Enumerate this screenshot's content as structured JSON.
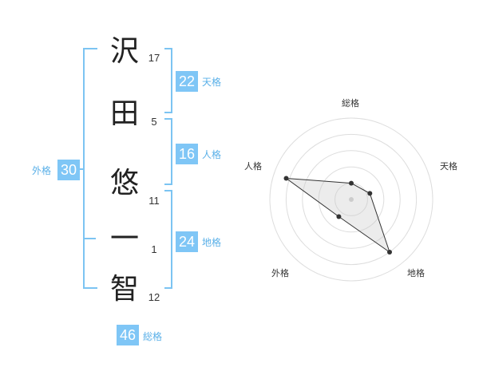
{
  "name": {
    "characters": [
      {
        "char": "沢",
        "strokes": "17"
      },
      {
        "char": "田",
        "strokes": "5"
      },
      {
        "char": "悠",
        "strokes": "11"
      },
      {
        "char": "一",
        "strokes": "1"
      },
      {
        "char": "智",
        "strokes": "12"
      }
    ]
  },
  "kaku": {
    "tenkaku": {
      "value": "22",
      "label": "天格"
    },
    "jinkaku": {
      "value": "16",
      "label": "人格"
    },
    "chikaku": {
      "value": "24",
      "label": "地格"
    },
    "gaikaku": {
      "value": "30",
      "label": "外格"
    },
    "soukaku": {
      "value": "46",
      "label": "総格"
    }
  },
  "colors": {
    "accent": "#7fc6f6",
    "bracket": "#7cc4f2",
    "label": "#5ab0e8"
  },
  "chart_data": {
    "type": "radar",
    "axes": [
      "総格",
      "天格",
      "地格",
      "外格",
      "人格"
    ],
    "values": [
      1,
      1.2,
      4,
      1.3,
      4.2
    ],
    "max": 5,
    "rings": 5
  }
}
